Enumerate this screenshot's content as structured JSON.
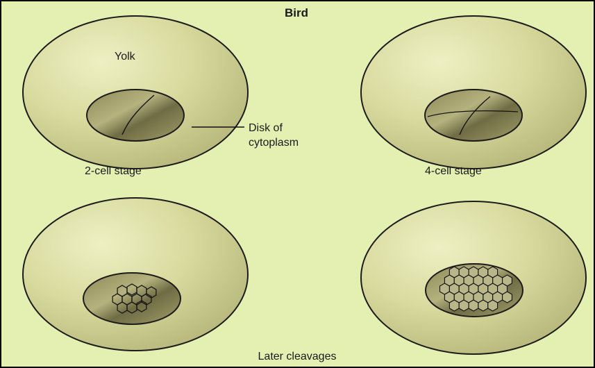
{
  "title": "Bird",
  "labels": {
    "yolk": "Yolk",
    "disk_line1": "Disk of",
    "disk_line2": "cytoplasm",
    "stage_2cell": "2-cell stage",
    "stage_4cell": "4-cell stage",
    "later": "Later cleavages"
  },
  "colors": {
    "background": "#e4efb2",
    "yolk_fill": "#d6d79a",
    "yolk_stroke": "#1b1b1b",
    "disk_fill": "#a6a26d",
    "border": "#000000"
  }
}
